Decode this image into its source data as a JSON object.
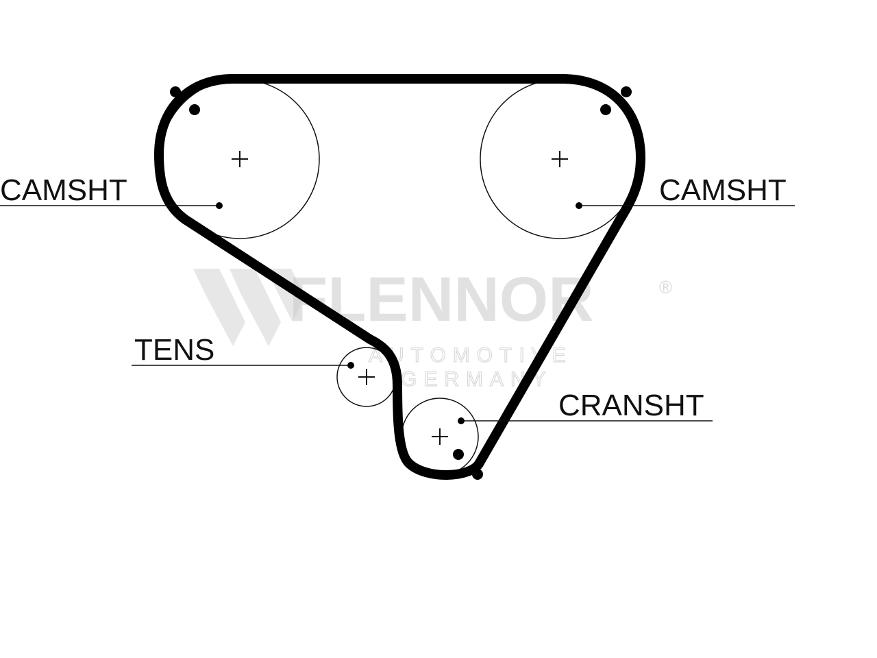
{
  "diagram": {
    "labels": {
      "camshaft_left": "CAMSHT",
      "camshaft_right": "CAMSHT",
      "tensioner": "TENS",
      "crankshaft": "CRANSHT"
    },
    "watermark": {
      "brand": "FLENNOR",
      "line1": "AUTOMOTIVE",
      "line2": "GERMANY",
      "registered": "®"
    }
  }
}
